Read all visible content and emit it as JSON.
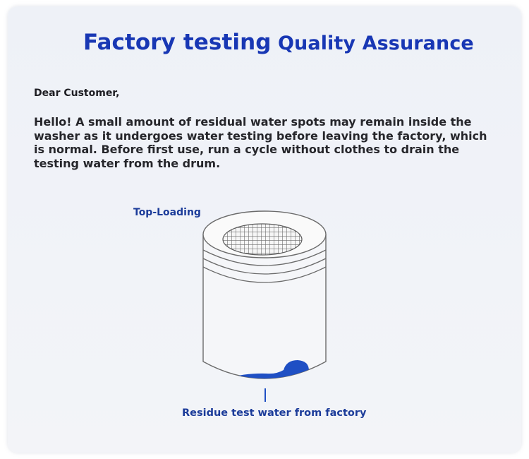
{
  "header": {
    "title_left": "Factory testing",
    "title_right": "Quality Assurance"
  },
  "letter": {
    "greeting": "Dear Customer,",
    "body": "Hello! A small amount of residual water spots may remain inside the washer as it undergoes water testing before leaving the factory, which is normal. Before first use, run a cycle without clothes to drain the testing water from the drum."
  },
  "diagram": {
    "label_top": "Top-Loading",
    "label_bottom": "Residue test water from factory",
    "water_color": "#1f4fc4",
    "outline_color": "#6b6b6b"
  }
}
